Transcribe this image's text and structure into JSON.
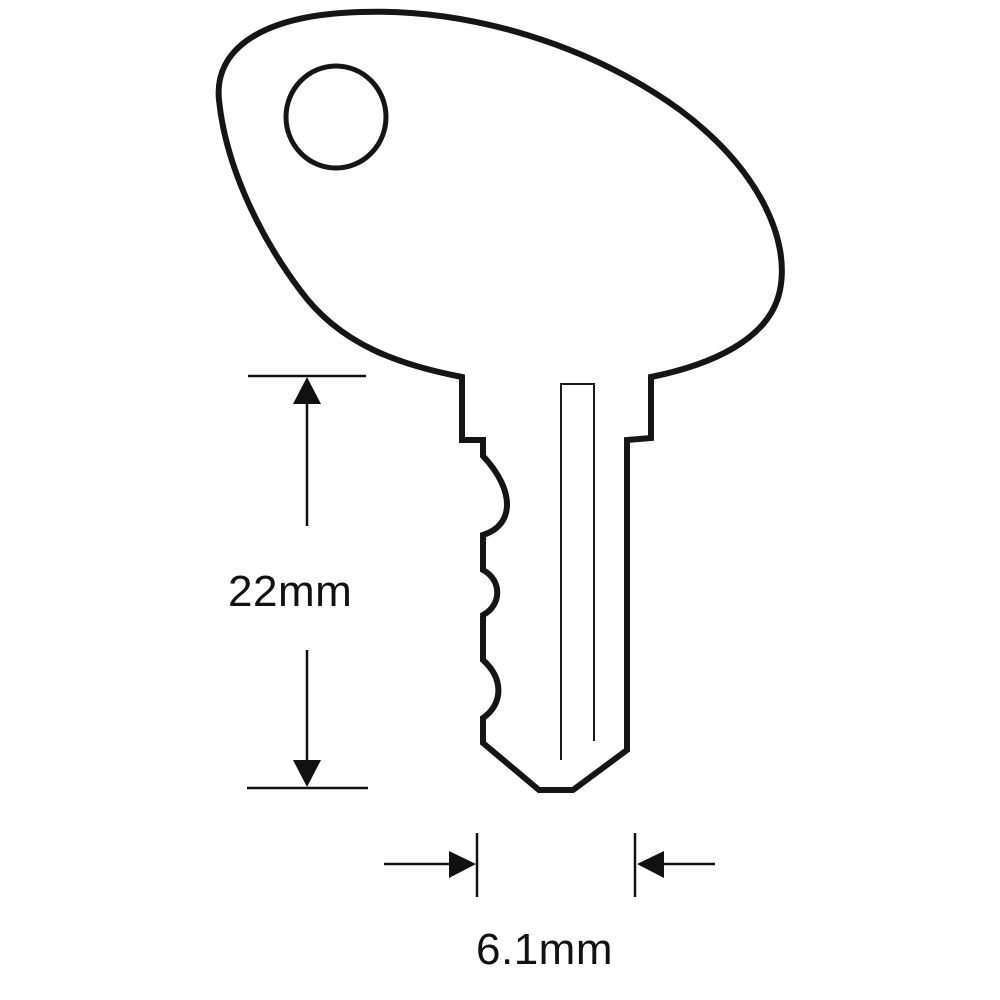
{
  "diagram": {
    "subject": "key blank technical drawing",
    "colors": {
      "background": "#ffffff",
      "line": "#151515"
    },
    "parts": {
      "head": "key bow (teardrop shaped head)",
      "hole": "key ring hole",
      "blade": "key blade with bitting cuts",
      "groove": "blade groove"
    },
    "dimensions": {
      "blade_length": {
        "label": "22mm",
        "value": 22,
        "unit": "mm",
        "orientation": "vertical"
      },
      "blade_width": {
        "label": "6.1mm",
        "value": 6.1,
        "unit": "mm",
        "orientation": "horizontal"
      }
    }
  }
}
